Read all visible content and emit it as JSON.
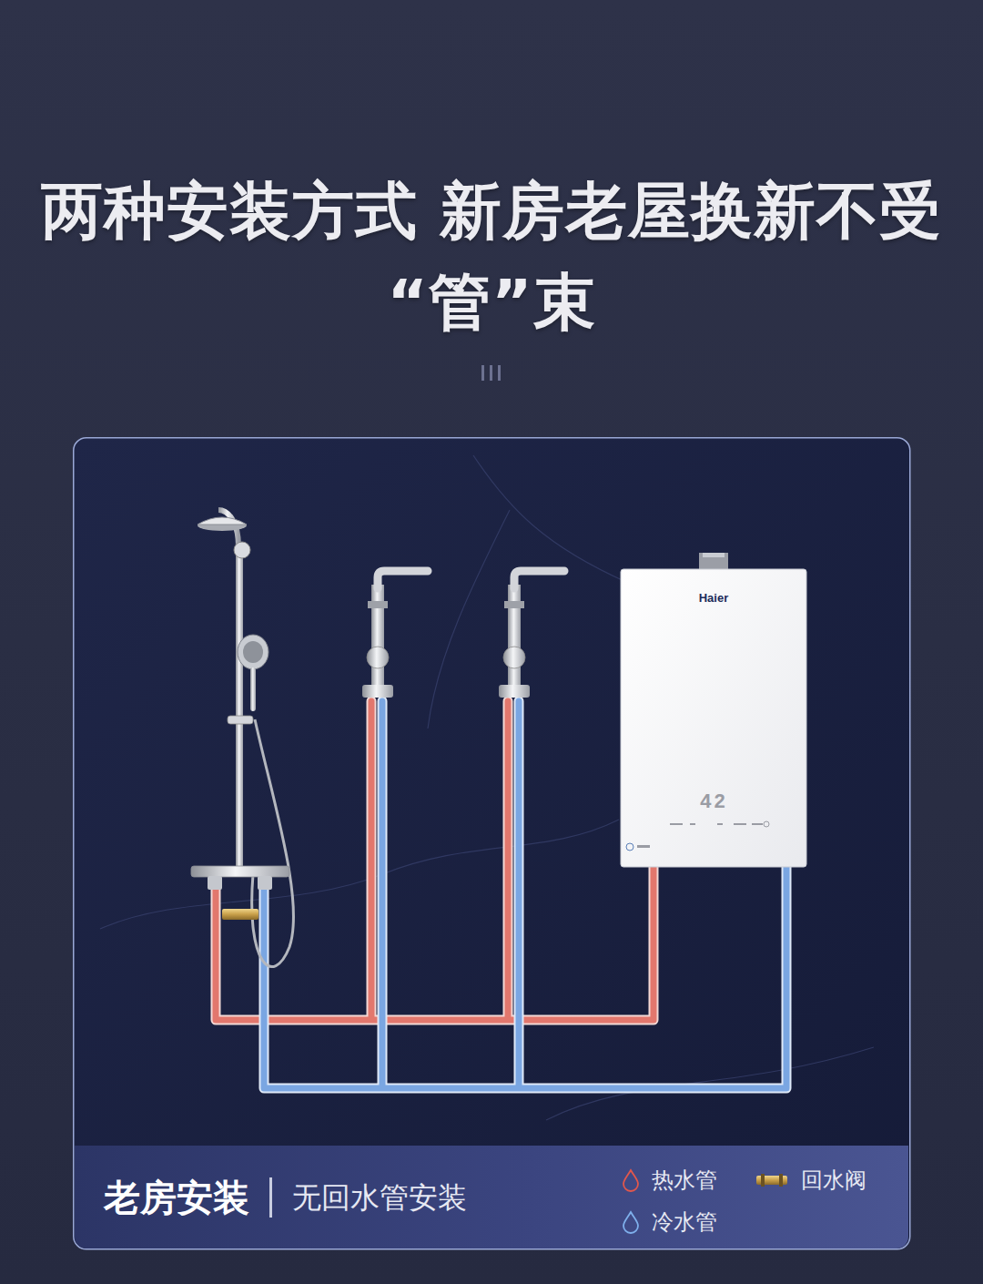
{
  "diagram": {
    "title": "两种安装方式 新房老屋换新不受“管”束",
    "nodes": [
      {
        "text": [
          "老房安装",
          "无回水管安装"
        ]
      },
      {
        "text": [
          "Haier",
          "42"
        ]
      }
    ],
    "legend": [
      {
        "text": "热水管"
      },
      {
        "text": "回水阀"
      },
      {
        "text": "冷水管"
      }
    ]
  }
}
